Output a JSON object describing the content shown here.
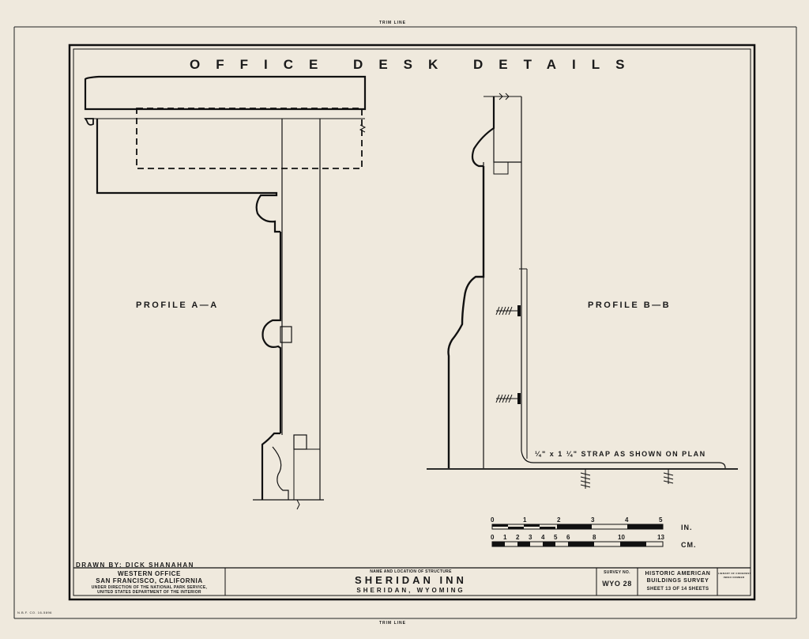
{
  "trim_line_label": "TRIM LINE",
  "title": "OFFICE DESK DETAILS",
  "profiles": {
    "a": "PROFILE A—A",
    "b": "PROFILE B—B"
  },
  "strap_note": "¼\" x 1 ¼\" STRAP AS SHOWN ON PLAN",
  "scale": {
    "inch_ticks": [
      "0",
      "1",
      "2",
      "3",
      "4",
      "5"
    ],
    "inch_unit": "IN.",
    "cm_ticks": [
      "0",
      "1",
      "2",
      "3",
      "4",
      "5",
      "6",
      "8",
      "10",
      "13"
    ],
    "cm_unit": "CM."
  },
  "drawn_by": "DRAWN BY: DICK SHANAHAN",
  "office": {
    "name": "WESTERN OFFICE",
    "city": "SAN FRANCISCO, CALIFORNIA",
    "line1": "UNDER DIRECTION OF THE NATIONAL PARK SERVICE,",
    "line2": "UNITED STATES DEPARTMENT OF THE INTERIOR"
  },
  "structure": {
    "caption": "NAME AND LOCATION OF STRUCTURE",
    "name": "SHERIDAN INN",
    "location": "SHERIDAN, WYOMING"
  },
  "survey": {
    "label": "SURVEY NO.",
    "number": "WYO 28"
  },
  "habs": {
    "line1": "HISTORIC AMERICAN",
    "line2": "BUILDINGS SURVEY",
    "sheet": "SHEET 13 OF 14 SHEETS"
  },
  "library": {
    "line1": "LIBRARY OF CONGRESS",
    "line2": "INDEX NUMBER"
  },
  "plate_code": "N.B.F. CO. 16-5896"
}
